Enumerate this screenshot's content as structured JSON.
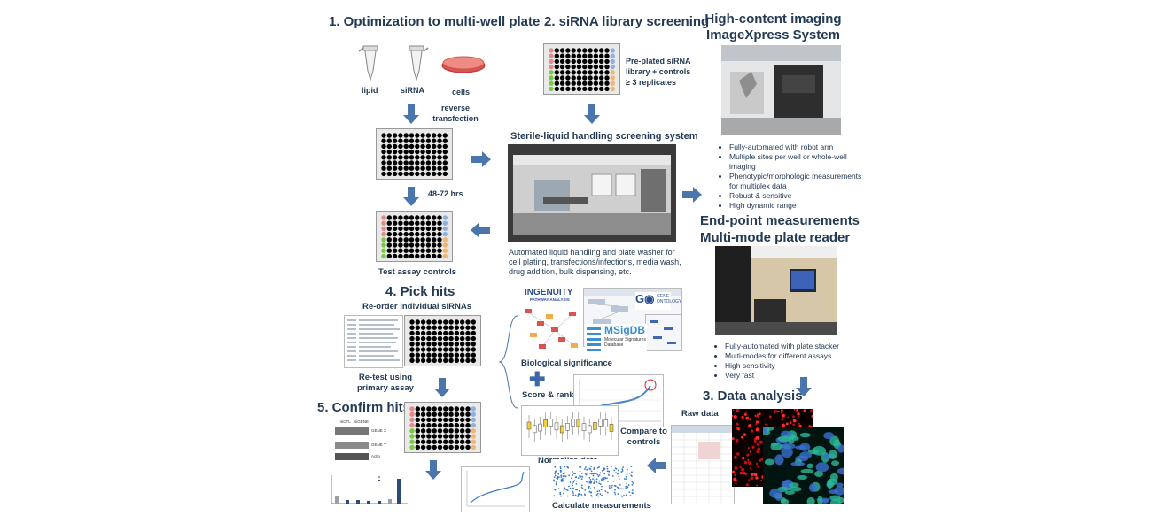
{
  "colors": {
    "heading": "#243b55",
    "arrow": "#4a76ad",
    "well": "#000000",
    "plate_pink": "#e58a8a",
    "plate_green": "#7ac943",
    "plate_blue": "#8fb1e0",
    "plate_orange": "#f5b570"
  },
  "step1": {
    "title": "1. Optimization to multi-well plate",
    "lipid": "lipid",
    "sirna": "siRNA",
    "cells": "cells",
    "reverse": "reverse transfection",
    "hours": "48-72 hrs",
    "controls": "Test assay controls"
  },
  "step2": {
    "title": "2. siRNA library screening",
    "preplated": "Pre-plated siRNA library + controls ≥ 3 replicates",
    "system_title": "Sterile-liquid handling screening system",
    "system_desc": "Automated liquid handling and plate washer for cell plating, transfections/infections, media wash, drug addition, bulk dispensing, etc."
  },
  "imaging": {
    "title1": "High-content imaging",
    "title2": "ImageXpress System",
    "bullets": [
      "Fully-automated with robot arm",
      "Multiple sites per well or whole-well imaging",
      "Phenotypic/morphologic measurements for multiplex data",
      "Robust & sensitive",
      "High dynamic range"
    ]
  },
  "reader": {
    "title1": "End-point measurements",
    "title2": "Multi-mode plate reader",
    "bullets": [
      "Fully-automated with plate stacker",
      "Multi-modes for different assays",
      "High sensitivity",
      "Very fast"
    ]
  },
  "step3": {
    "title": "3. Data analysis",
    "raw": "Raw data",
    "compare": "Compare to controls",
    "normalize": "Normalize data",
    "calculate": "Calculate measurements",
    "score": "Score & rank",
    "bio": "Biological significance",
    "ingenuity1": "INGENUITY",
    "ingenuity2": "PATHWAY ANALYSIS",
    "go1": "GENE",
    "go2": "ONTOLOGY",
    "msig1": "MSigDB",
    "msig2": "Molecular Signatures",
    "msig3": "Database"
  },
  "step4": {
    "title": "4. Pick hits",
    "reorder": "Re-order individual siRNAs",
    "retest": "Re-test using primary assay"
  },
  "step5": {
    "title": "5. Confirm hits",
    "blot_col1": "siCTL",
    "blot_col2": "siGENE",
    "blot_row1": "GENE X",
    "blot_row2": "GENE Y",
    "blot_row3": "Actin"
  }
}
